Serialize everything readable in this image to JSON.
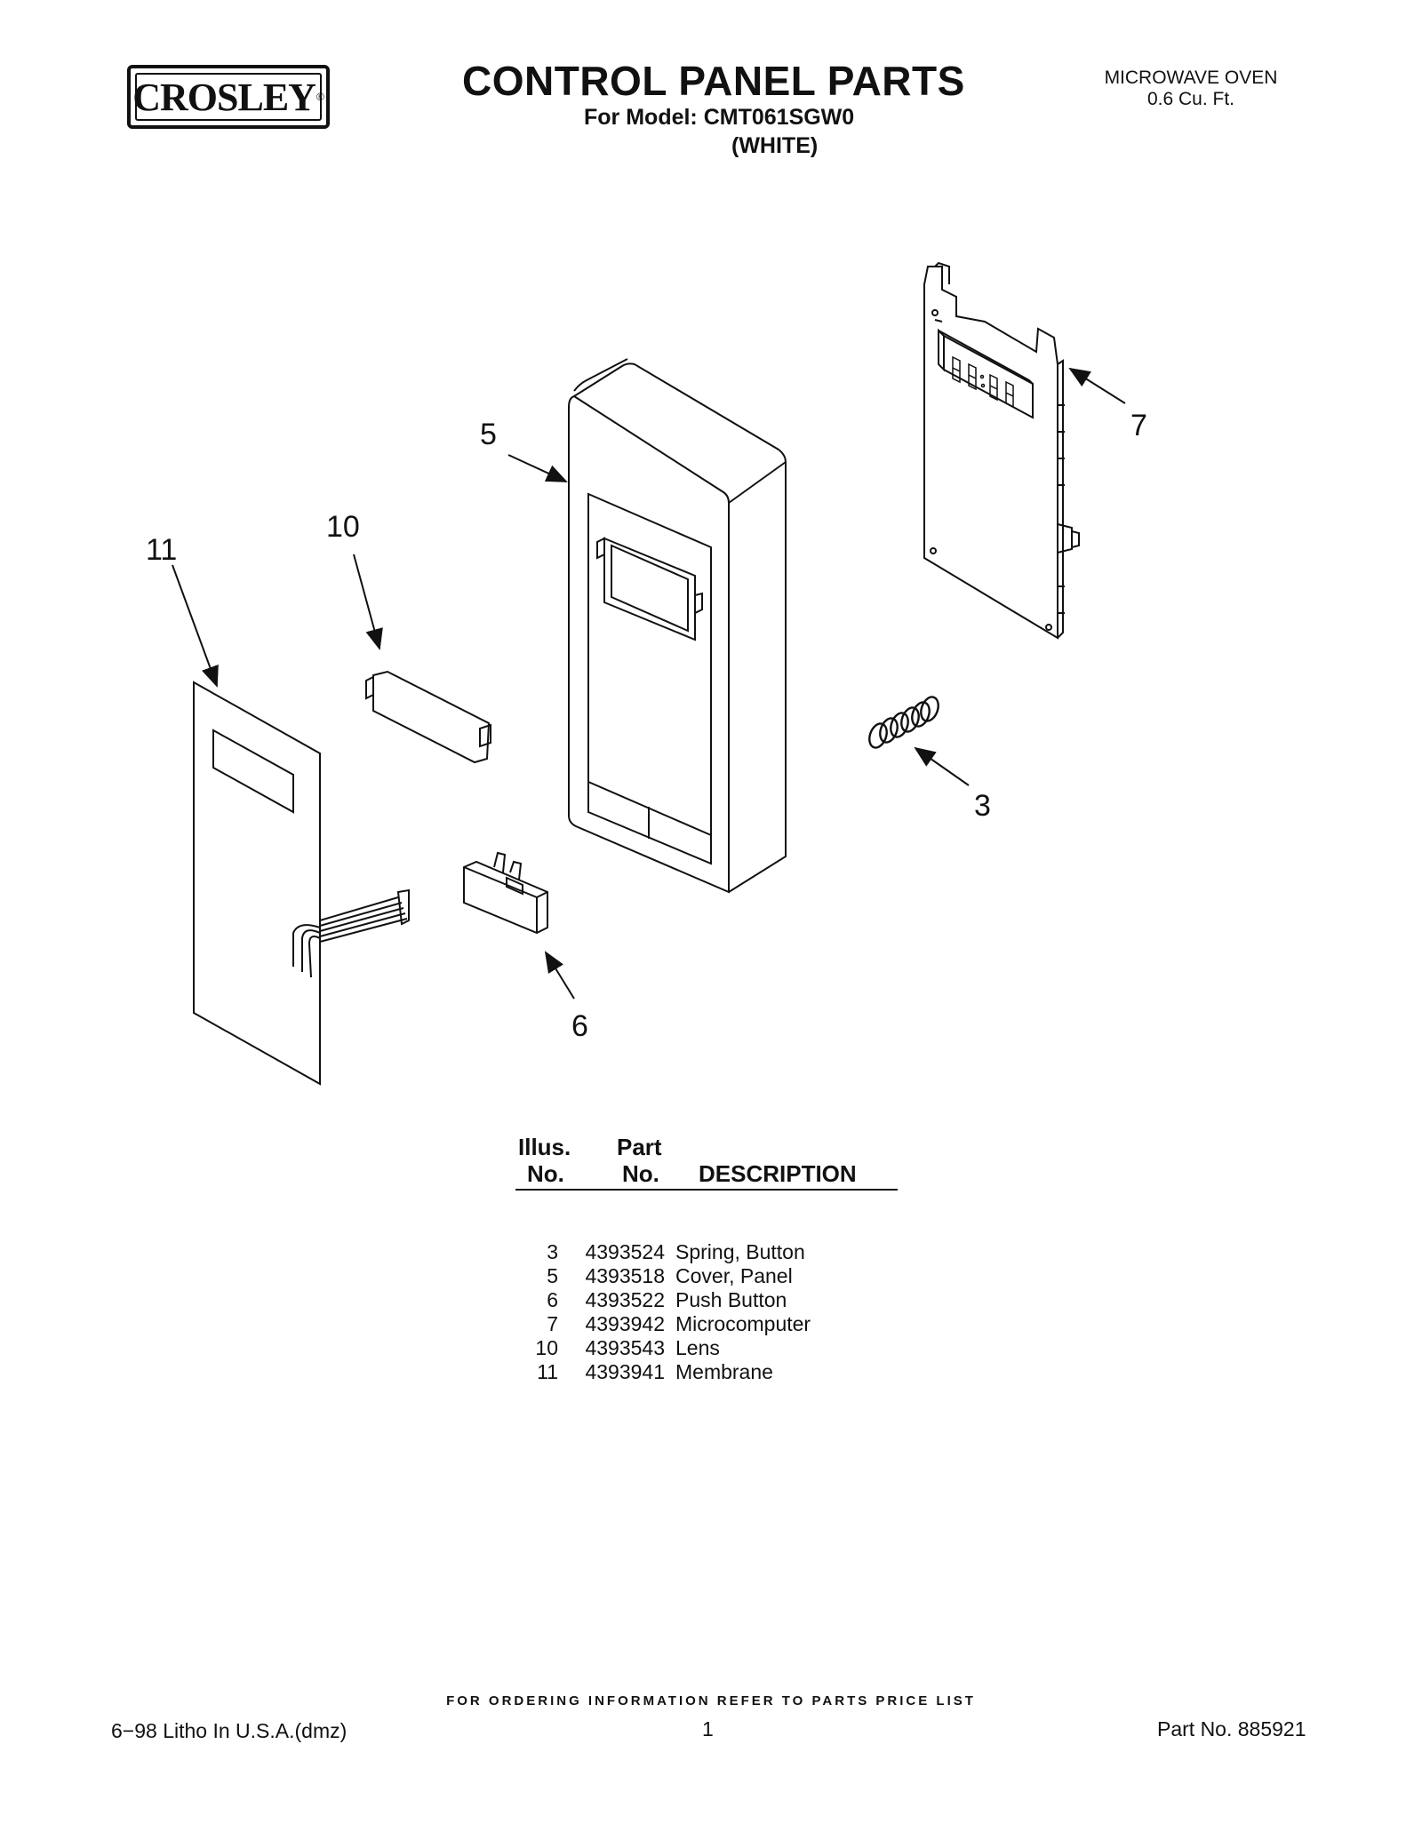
{
  "header": {
    "brand": "CROSLEY",
    "brand_mark": "®",
    "title": "CONTROL PANEL PARTS",
    "model_line": "For Model: CMT061SGW0",
    "color_line": "(WHITE)",
    "product_line1": "MICROWAVE OVEN",
    "product_line2": "0.6 Cu. Ft."
  },
  "diagram": {
    "callouts": [
      "5",
      "7",
      "10",
      "11",
      "3",
      "6"
    ],
    "display_digits": "88:88"
  },
  "parts_table": {
    "headers": {
      "illus_top": "Illus.",
      "illus_bottom": "No.",
      "part_top": "Part",
      "part_bottom": "No.",
      "description": "DESCRIPTION"
    },
    "rows": [
      {
        "illus": "3",
        "part": "4393524",
        "description": "Spring, Button"
      },
      {
        "illus": "5",
        "part": "4393518",
        "description": "Cover, Panel"
      },
      {
        "illus": "6",
        "part": "4393522",
        "description": "Push Button"
      },
      {
        "illus": "7",
        "part": "4393942",
        "description": "Microcomputer"
      },
      {
        "illus": "10",
        "part": "4393543",
        "description": "Lens"
      },
      {
        "illus": "11",
        "part": "4393941",
        "description": "Membrane"
      }
    ]
  },
  "footer": {
    "ordering_note": "FOR ORDERING INFORMATION REFER TO PARTS PRICE LIST",
    "litho": "6−98 Litho In U.S.A.(dmz)",
    "page_number": "1",
    "part_no": "Part No. 885921"
  }
}
